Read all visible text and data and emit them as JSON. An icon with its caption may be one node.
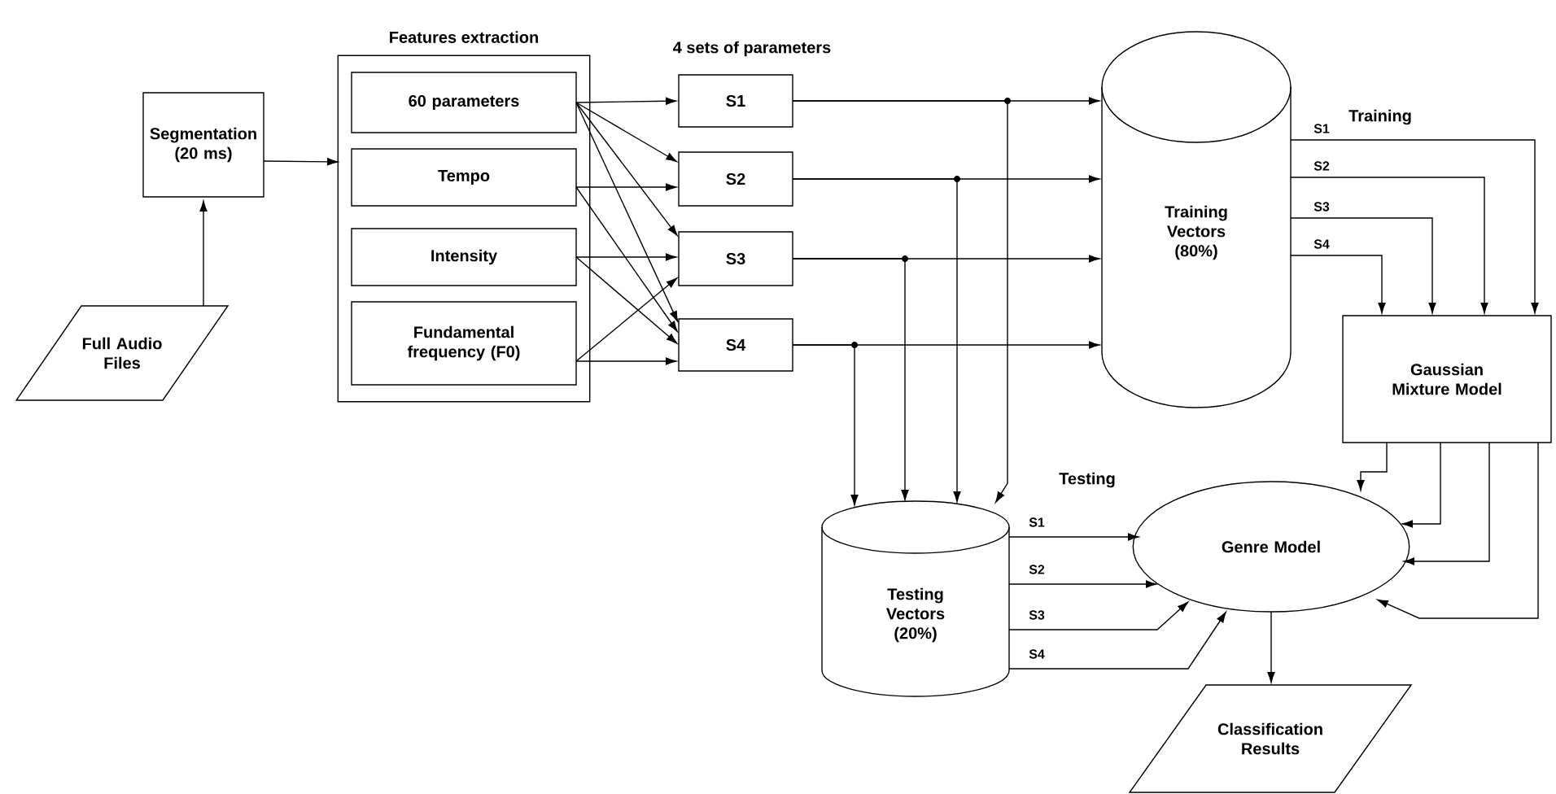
{
  "diagram": {
    "nodes": [
      {
        "text": [
          "Segmentation (20 ms)"
        ]
      },
      {
        "text": [
          "Full Audio Files"
        ]
      },
      {
        "text": [
          "Features extraction"
        ]
      },
      {
        "text": [
          "60 parameters"
        ],
        "in": 2
      },
      {
        "text": [
          "Tempo"
        ],
        "in": 2
      },
      {
        "text": [
          "Intensity"
        ],
        "in": 2
      },
      {
        "text": [
          "Fundamental frequency (F0)"
        ],
        "in": 2
      },
      {
        "text": [
          "S1"
        ]
      },
      {
        "text": [
          "S2"
        ]
      },
      {
        "text": [
          "S3"
        ]
      },
      {
        "text": [
          "S4"
        ]
      },
      {
        "text": [
          "Training Vectors (80%)"
        ]
      },
      {
        "text": [
          "Gaussian Mixture Model"
        ]
      },
      {
        "text": [
          "Testing Vectors (20%)"
        ]
      },
      {
        "text": [
          "Genre Model"
        ]
      },
      {
        "text": [
          "Classification Results"
        ]
      }
    ],
    "edges": [
      {
        "from": 1,
        "to": 0,
        "arrow": "to"
      },
      {
        "from": 0,
        "to": 2,
        "arrow": "to"
      },
      {
        "from": 3,
        "to": 7,
        "arrow": "to"
      },
      {
        "from": 3,
        "to": 8,
        "arrow": "to"
      },
      {
        "from": 3,
        "to": 9,
        "arrow": "to"
      },
      {
        "from": 3,
        "to": 10,
        "arrow": "to"
      },
      {
        "from": 4,
        "to": 8,
        "arrow": "to"
      },
      {
        "from": 4,
        "to": 10,
        "arrow": "to"
      },
      {
        "from": 5,
        "to": 9,
        "arrow": "to"
      },
      {
        "from": 5,
        "to": 10,
        "arrow": "to"
      },
      {
        "from": 6,
        "to": 9,
        "arrow": "to"
      },
      {
        "from": 6,
        "to": 10,
        "arrow": "to"
      },
      {
        "from": 7,
        "to": 11,
        "arrow": "to"
      },
      {
        "from": 8,
        "to": 11,
        "arrow": "to"
      },
      {
        "from": 9,
        "to": 11,
        "arrow": "to"
      },
      {
        "from": 10,
        "to": 11,
        "arrow": "to"
      },
      {
        "from": 7,
        "to": 13,
        "arrow": "to"
      },
      {
        "from": 8,
        "to": 13,
        "arrow": "to"
      },
      {
        "from": 9,
        "to": 13,
        "arrow": "to"
      },
      {
        "from": 10,
        "to": 13,
        "arrow": "to"
      },
      {
        "from": 11,
        "to": 12,
        "arrow": "to",
        "label": "S1"
      },
      {
        "from": 11,
        "to": 12,
        "arrow": "to",
        "label": "S2"
      },
      {
        "from": 11,
        "to": 12,
        "arrow": "to",
        "label": "S3"
      },
      {
        "from": 11,
        "to": 12,
        "arrow": "to",
        "label": "S4"
      },
      {
        "from": 12,
        "to": 14,
        "arrow": "to"
      },
      {
        "from": 12,
        "to": 14,
        "arrow": "to"
      },
      {
        "from": 12,
        "to": 14,
        "arrow": "to"
      },
      {
        "from": 12,
        "to": 14,
        "arrow": "to"
      },
      {
        "from": 13,
        "to": 14,
        "arrow": "to",
        "label": "S1"
      },
      {
        "from": 13,
        "to": 14,
        "arrow": "to",
        "label": "S2"
      },
      {
        "from": 13,
        "to": 14,
        "arrow": "to",
        "label": "S3"
      },
      {
        "from": 13,
        "to": 14,
        "arrow": "to",
        "label": "S4"
      },
      {
        "from": 14,
        "to": 15,
        "arrow": "to"
      }
    ],
    "labels": [
      "4 sets of parameters",
      "Training",
      "Testing"
    ]
  }
}
